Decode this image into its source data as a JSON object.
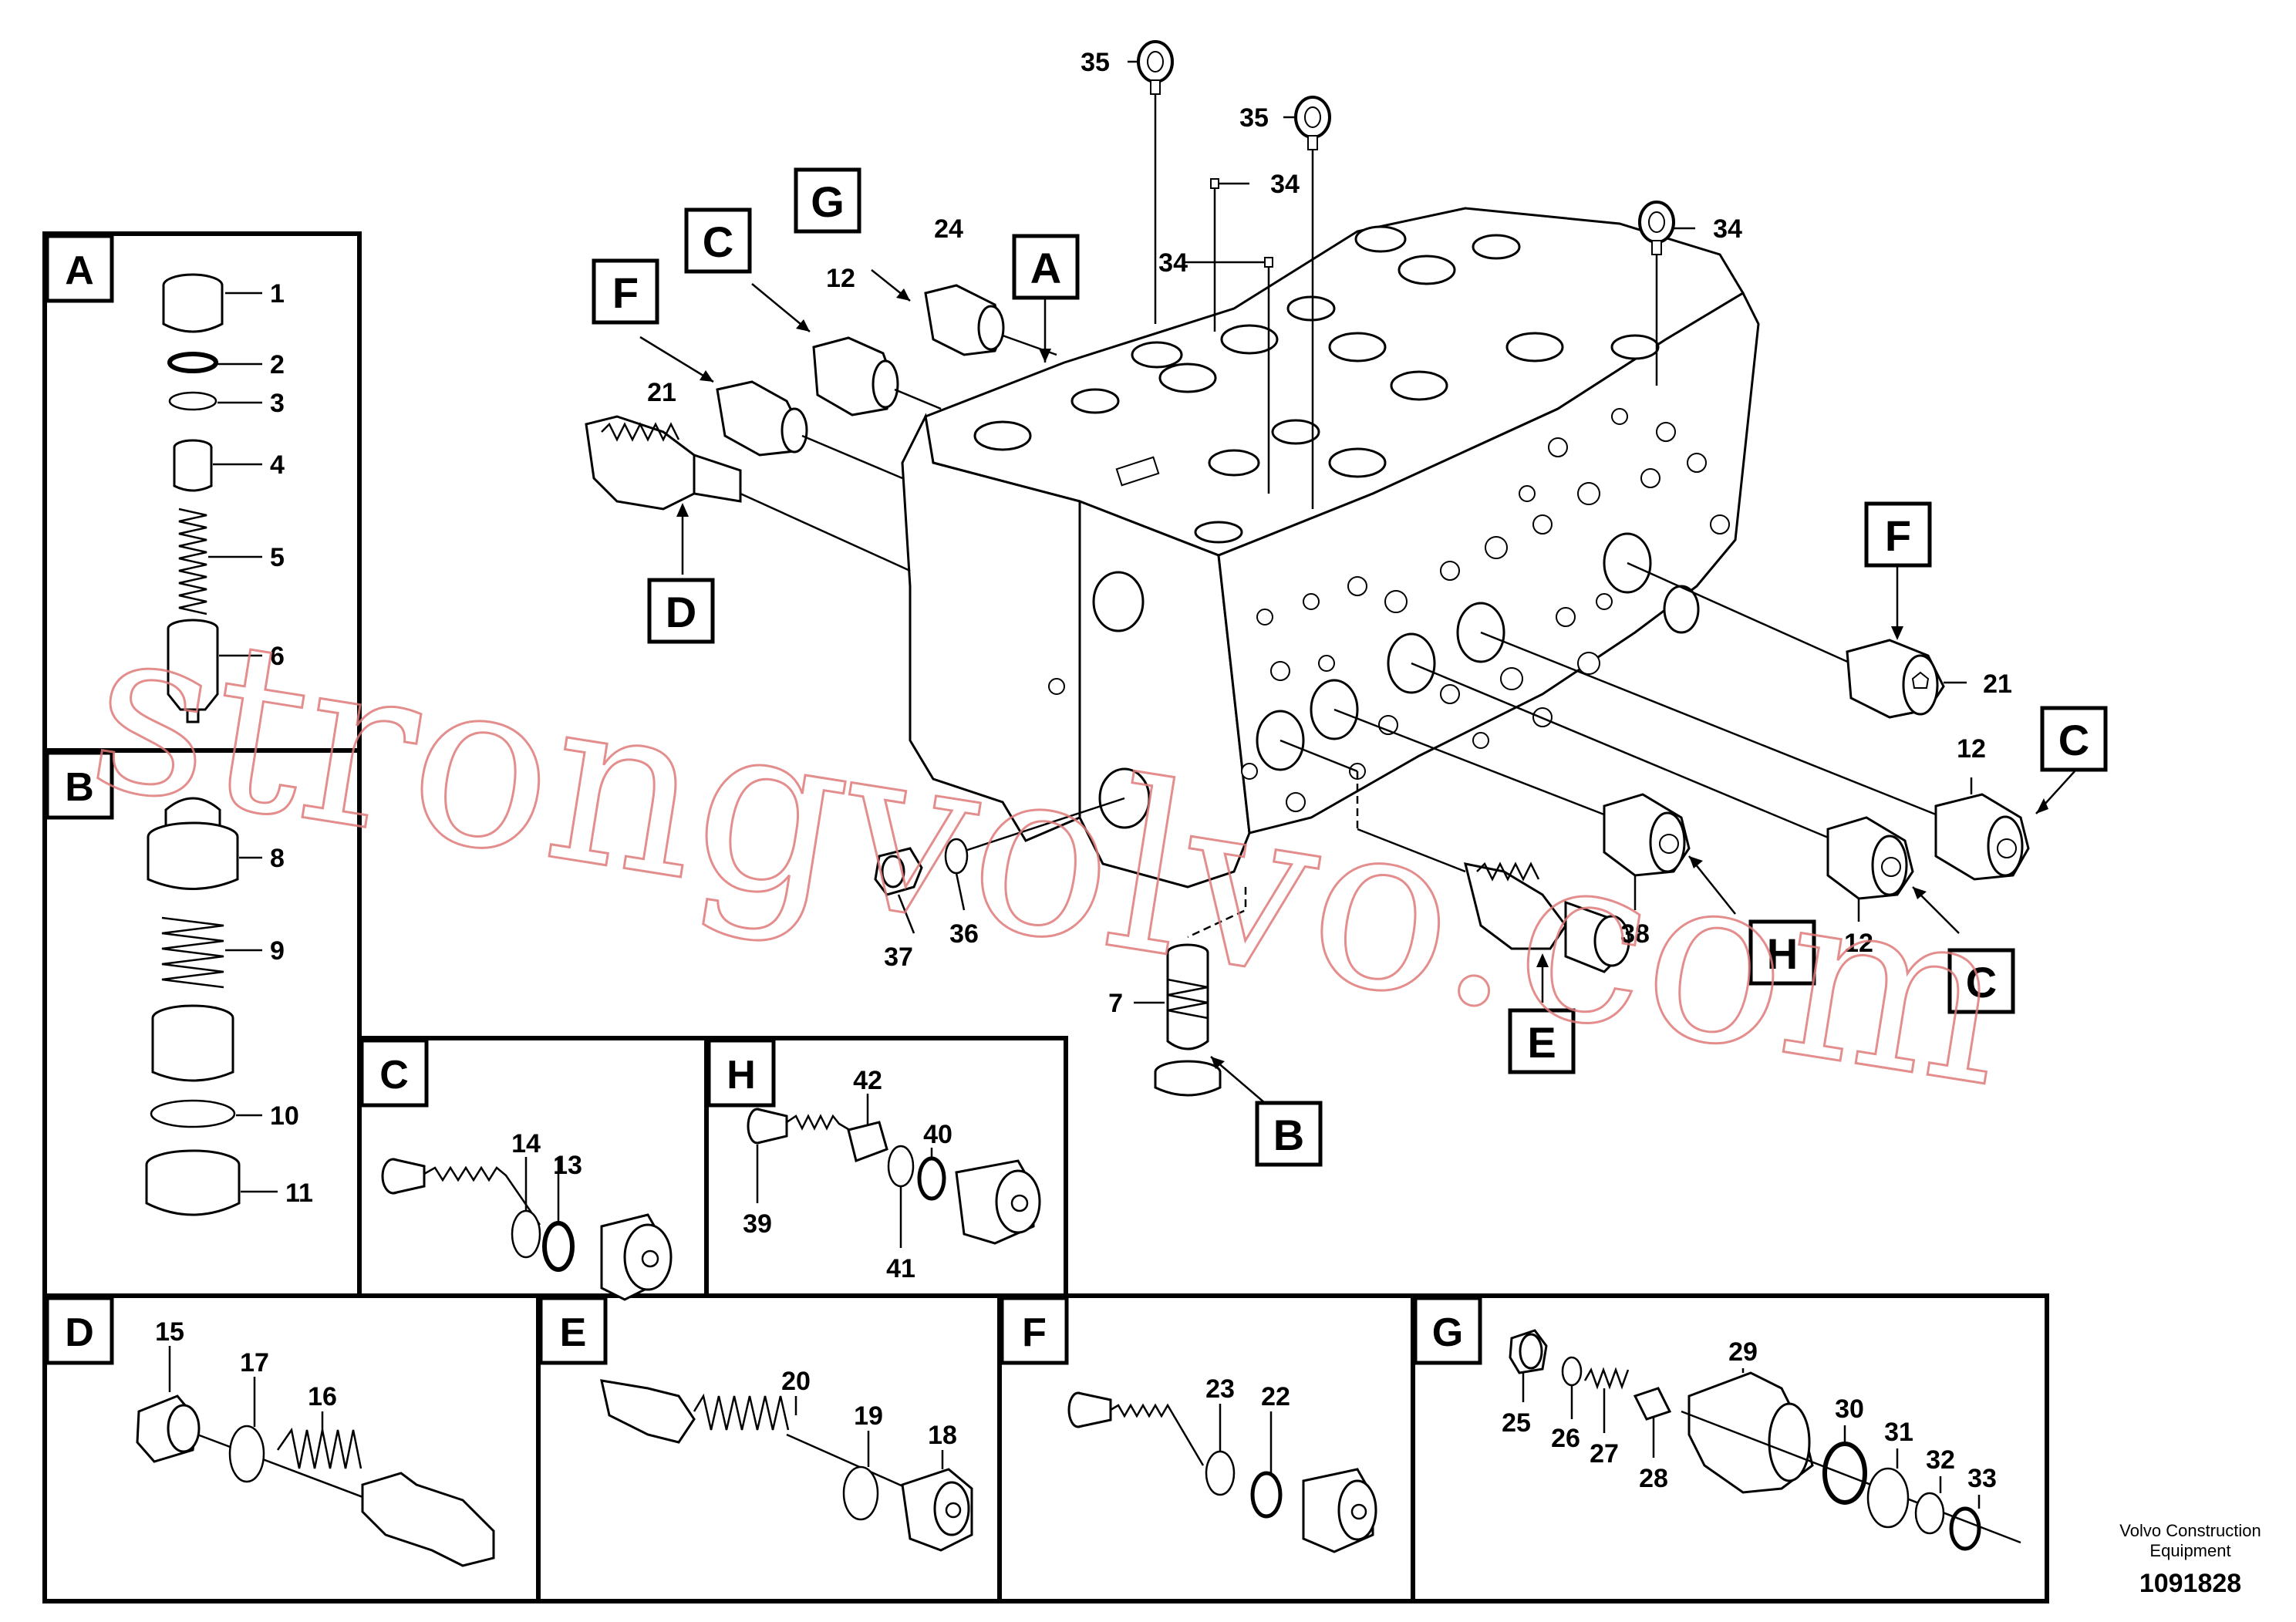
{
  "detail_panels": {
    "A": {
      "letter": "A",
      "parts": [
        "1",
        "2",
        "3",
        "4",
        "5",
        "6"
      ]
    },
    "B": {
      "letter": "B",
      "parts": [
        "8",
        "9",
        "10",
        "11"
      ]
    },
    "C": {
      "letter": "C",
      "parts": [
        "14",
        "13"
      ]
    },
    "H": {
      "letter": "H",
      "parts": [
        "42",
        "40",
        "39",
        "41"
      ]
    },
    "D": {
      "letter": "D",
      "parts": [
        "15",
        "17",
        "16"
      ]
    },
    "E": {
      "letter": "E",
      "parts": [
        "20",
        "19",
        "18"
      ]
    },
    "F": {
      "letter": "F",
      "parts": [
        "23",
        "22"
      ]
    },
    "G": {
      "letter": "G",
      "parts": [
        "29",
        "30",
        "31",
        "32",
        "33",
        "25",
        "26",
        "27",
        "28"
      ]
    }
  },
  "main_view": {
    "callout_letters": {
      "G": "G",
      "C_top": "C",
      "A": "A",
      "F_left": "F",
      "D": "D",
      "F_right": "F",
      "C_right1": "C",
      "H": "H",
      "C_right2": "C",
      "E": "E",
      "B": "B"
    },
    "part_labels": {
      "p35a": "35",
      "p35b": "35",
      "p34a": "34",
      "p34b": "34",
      "p34c": "34",
      "p24": "24",
      "p12a": "12",
      "p21a": "21",
      "p21b": "21",
      "p12b": "12",
      "p38": "38",
      "p12c": "12",
      "p37": "37",
      "p36": "36",
      "p7": "7"
    }
  },
  "watermark": "strongvolvo.com",
  "footer": {
    "line1": "Volvo Construction",
    "line2": "Equipment",
    "drawing_number": "1091828"
  }
}
